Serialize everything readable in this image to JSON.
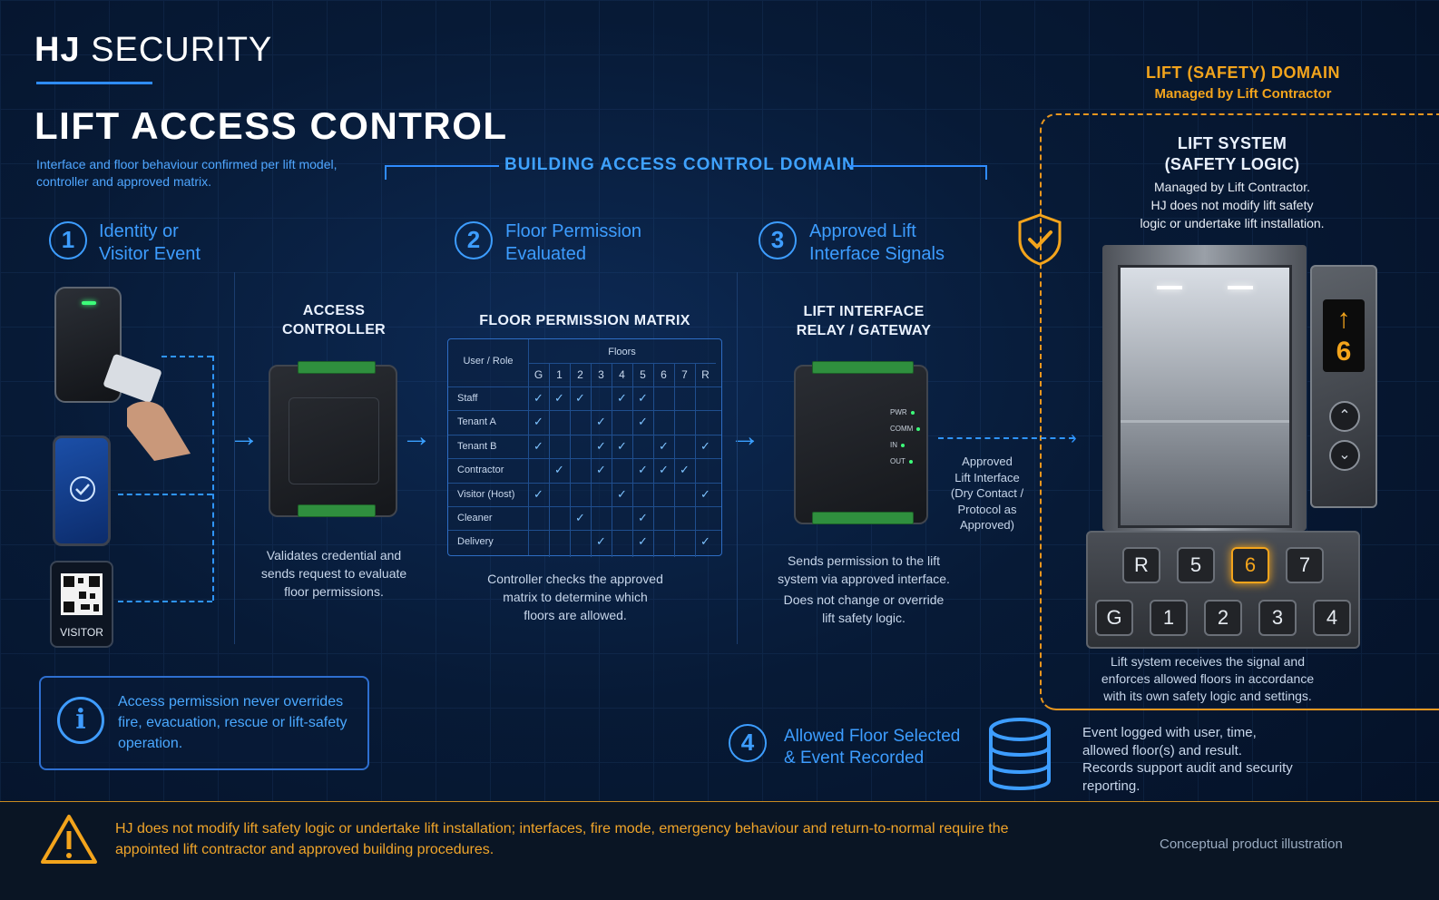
{
  "brand": {
    "bold": "HJ",
    "rest": "SECURITY"
  },
  "title": "LIFT ACCESS CONTROL",
  "subtitle": "Interface and floor behaviour confirmed per lift model, controller and approved matrix.",
  "building_domain": "BUILDING ACCESS CONTROL DOMAIN",
  "lift_domain": {
    "title": "LIFT (SAFETY) DOMAIN",
    "sub": "Managed by Lift Contractor"
  },
  "steps": [
    {
      "num": "1",
      "label_l1": "Identity or",
      "label_l2": "Visitor Event"
    },
    {
      "num": "2",
      "label_l1": "Floor Permission",
      "label_l2": "Evaluated"
    },
    {
      "num": "3",
      "label_l1": "Approved Lift",
      "label_l2": "Interface Signals"
    },
    {
      "num": "4",
      "label_l1": "Allowed Floor Selected",
      "label_l2": "& Event Recorded"
    }
  ],
  "visitor_label": "VISITOR",
  "access_controller": {
    "h1": "ACCESS",
    "h2": "CONTROLLER",
    "cap1": "Validates credential and",
    "cap2": "sends request to evaluate",
    "cap3": "floor permissions."
  },
  "matrix": {
    "title": "FLOOR PERMISSION MATRIX",
    "row_header": "User / Role",
    "col_group": "Floors",
    "columns": [
      "G",
      "1",
      "2",
      "3",
      "4",
      "5",
      "6",
      "7",
      "R"
    ],
    "rows": [
      {
        "role": "Staff",
        "allowed": [
          1,
          1,
          1,
          0,
          1,
          1,
          0,
          0,
          0
        ]
      },
      {
        "role": "Tenant A",
        "allowed": [
          1,
          0,
          0,
          1,
          0,
          1,
          0,
          0,
          0
        ]
      },
      {
        "role": "Tenant B",
        "allowed": [
          1,
          0,
          0,
          1,
          1,
          0,
          1,
          0,
          1
        ]
      },
      {
        "role": "Contractor",
        "allowed": [
          0,
          1,
          0,
          1,
          0,
          1,
          1,
          1,
          0
        ]
      },
      {
        "role": "Visitor (Host)",
        "allowed": [
          1,
          0,
          0,
          0,
          1,
          0,
          0,
          0,
          1
        ]
      },
      {
        "role": "Cleaner",
        "allowed": [
          0,
          0,
          1,
          0,
          0,
          1,
          0,
          0,
          0
        ]
      },
      {
        "role": "Delivery",
        "allowed": [
          0,
          0,
          0,
          1,
          0,
          1,
          0,
          0,
          1
        ]
      }
    ],
    "cap1": "Controller checks the approved",
    "cap2": "matrix to determine which",
    "cap3": "floors are allowed."
  },
  "gateway": {
    "h1": "LIFT INTERFACE",
    "h2": "RELAY / GATEWAY",
    "leds": [
      "PWR",
      "COMM",
      "IN",
      "OUT"
    ],
    "cap1": "Sends permission to the lift",
    "cap2": "system via approved interface.",
    "cap3": "Does not change or override",
    "cap4": "lift safety logic."
  },
  "approved_interface": {
    "l1": "Approved",
    "l2": "Lift Interface",
    "l3": "(Dry Contact /",
    "l4": "Protocol as",
    "l5": "Approved)"
  },
  "lift_system": {
    "h1": "LIFT SYSTEM",
    "h2": "(SAFETY LOGIC)",
    "cap1": "Managed by Lift Contractor.",
    "cap2": "HJ does not modify lift safety",
    "cap3": "logic or undertake lift installation.",
    "display_floor": "6",
    "buttons_top": [
      "R",
      "5",
      "6",
      "7"
    ],
    "buttons_bottom": [
      "G",
      "1",
      "2",
      "3",
      "4"
    ],
    "active": "6",
    "bottom1": "Lift system receives the signal and",
    "bottom2": "enforces allowed floors in accordance",
    "bottom3": "with its own safety logic and settings."
  },
  "info": "Access permission never overrides fire, evacuation, rescue or lift-safety operation.",
  "event_log": {
    "l1": "Event logged with user, time,",
    "l2": "allowed floor(s) and result.",
    "l3": "Records support audit and security",
    "l4": "reporting."
  },
  "warning": "HJ does not modify lift safety logic or undertake lift installation; interfaces, fire mode, emergency behaviour and return-to-normal require the appointed lift contractor and approved building procedures.",
  "footnote": "Conceptual product illustration",
  "colors": {
    "accent_blue": "#3d9dff",
    "accent_orange": "#f3a41c",
    "background": "#06142b"
  }
}
